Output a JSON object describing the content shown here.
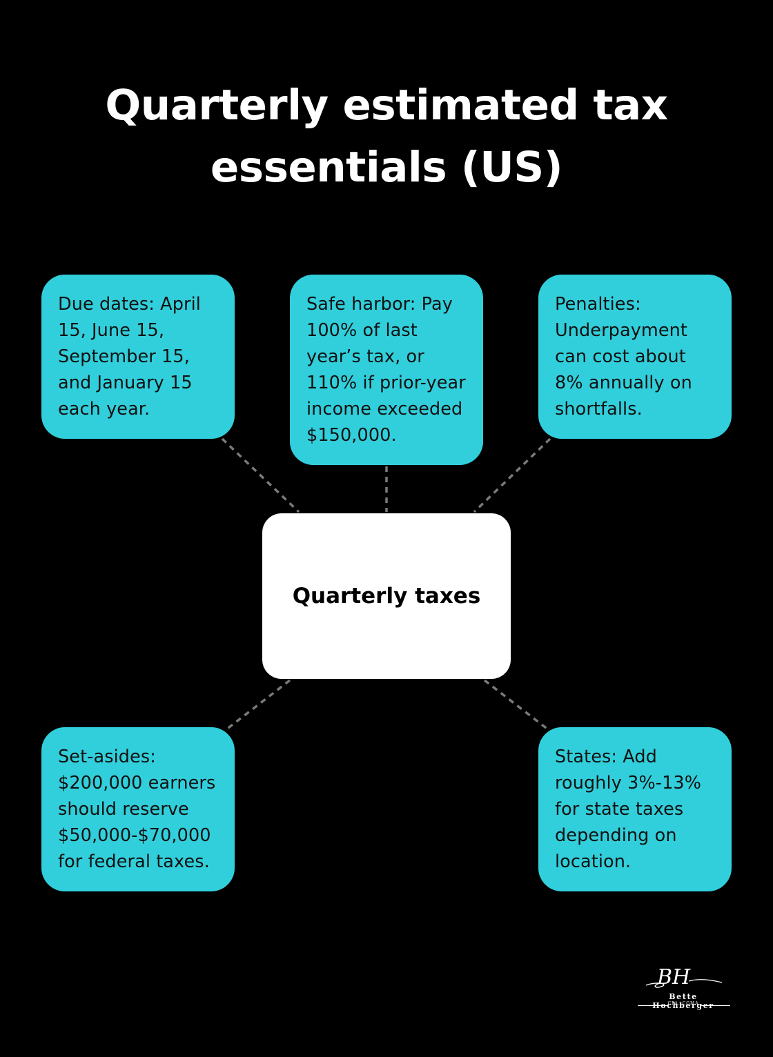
{
  "title": "Quarterly estimated tax\nessentials (US)",
  "center": {
    "label": "Quarterly taxes"
  },
  "nodes": {
    "due_dates": "Due dates: April\n15, June 15,\nSeptember 15,\nand January 15\neach year.",
    "safe_harbor": "Safe harbor: Pay\n100% of last\nyear’s tax, or\n110% if prior-year\nincome exceeded\n$150,000.",
    "penalties": "Penalties:\nUnderpayment\ncan cost about\n8% annually on\nshortfalls.",
    "set_asides": "Set-asides:\n$200,000 earners\nshould reserve\n$50,000-$70,000\nfor federal taxes.",
    "states": "States: Add\nroughly 3%-13%\nfor state taxes\ndepending on\nlocation."
  },
  "logo": {
    "monogram": "BH",
    "name": "Bette Hochberger",
    "credentials": "CPA, CGMA"
  },
  "colors": {
    "background": "#000000",
    "node_fill": "#31cfdb",
    "center_fill": "#ffffff",
    "connector": "#7a7a7a"
  }
}
